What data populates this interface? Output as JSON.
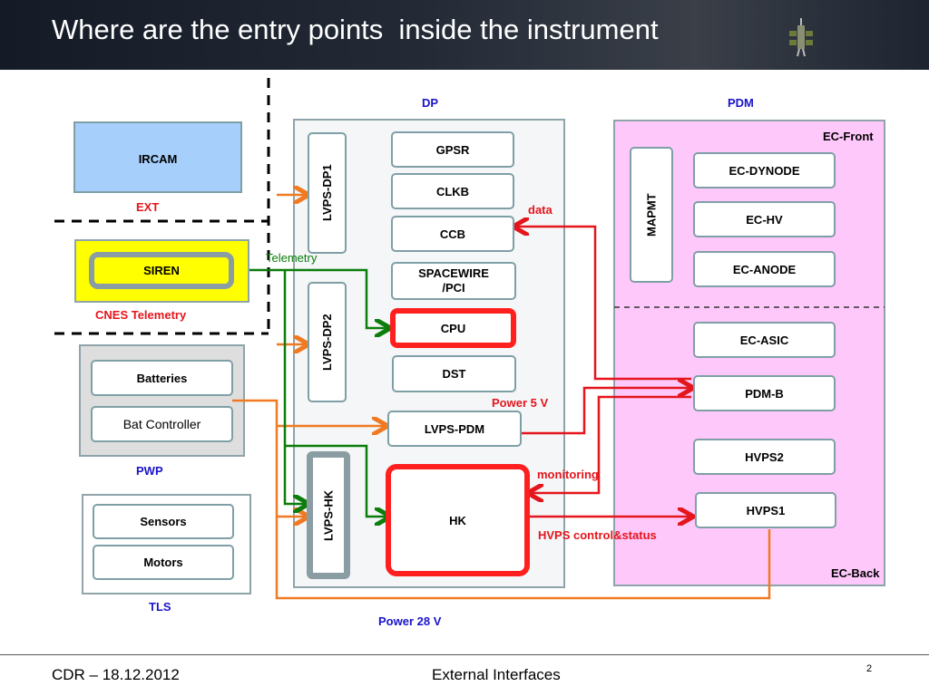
{
  "slide": {
    "title": "Where are the entry points  inside the instrument",
    "page_number": "2"
  },
  "footer": {
    "left": "CDR – 18.12.2012",
    "center": "External Interfaces"
  },
  "sections": {
    "dp": "DP",
    "pdm": "PDM",
    "ec_front": "EC-Front",
    "ec_back": "EC-Back",
    "ext": "EXT",
    "cnes_telemetry": "CNES Telemetry",
    "pwp": "PWP",
    "tls": "TLS",
    "power_28v": "Power 28 V"
  },
  "external_blocks": {
    "ircam": "IRCAM",
    "siren": "SIREN",
    "batteries": "Batteries",
    "bat_controller": "Bat Controller",
    "sensors": "Sensors",
    "motors": "Motors"
  },
  "dp_blocks": {
    "lvps_dp1": "LVPS-DP1",
    "lvps_dp2": "LVPS-DP2",
    "lvps_hk": "LVPS-HK",
    "gpsr": "GPSR",
    "clkb": "CLKB",
    "ccb": "CCB",
    "spacewire": "SPACEWIRE /PCI",
    "cpu": "CPU",
    "dst": "DST",
    "lvps_pdm": "LVPS-PDM",
    "hk": "HK"
  },
  "pdm_blocks": {
    "mapmt": "MAPMT",
    "ec_dynode": "EC-DYNODE",
    "ec_hv": "EC-HV",
    "ec_anode": "EC-ANODE",
    "ec_asic": "EC-ASIC",
    "pdm_b": "PDM-B",
    "hvps2": "HVPS2",
    "hvps1": "HVPS1"
  },
  "signals": {
    "telemetry": "Telemetry",
    "data": "data",
    "power_5v": "Power 5 V",
    "monitoring": "monitoring",
    "hvps_control": "HVPS control&status"
  },
  "colors": {
    "power_wire": "#f07a22",
    "data_wire": "#e4151c",
    "telemetry_wire": "#0b7d0b",
    "ircam_fill": "#a6cffb",
    "siren_fill": "#ffff00",
    "pdm_fill": "#ffc8fb",
    "label_blue": "#1b14c8"
  }
}
